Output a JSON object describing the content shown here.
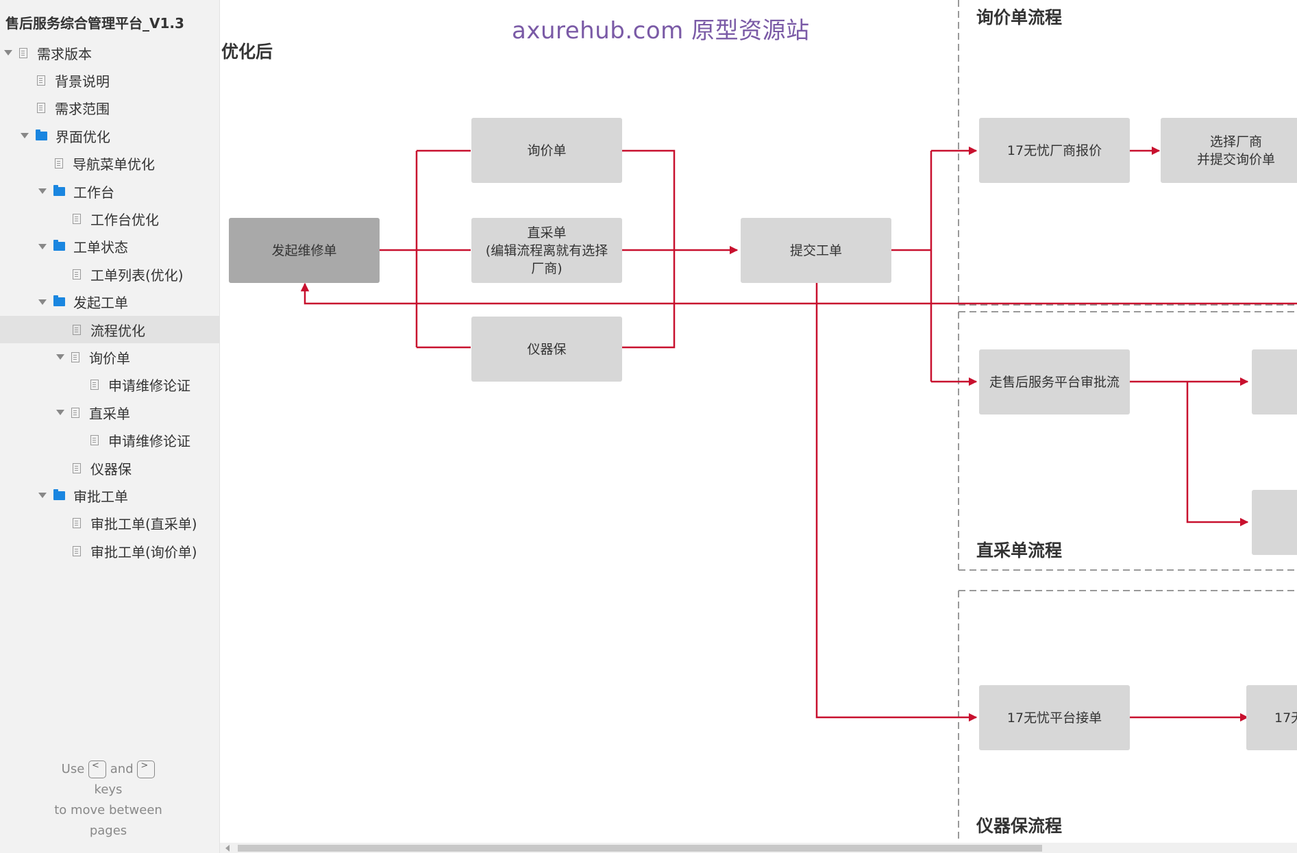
{
  "sidebar": {
    "title": "售后服务综合管理平台_V1.3",
    "items": [
      {
        "label": "需求版本",
        "icon": "page-icon",
        "expanded": true
      },
      {
        "label": "背景说明",
        "icon": "page-icon"
      },
      {
        "label": "需求范围",
        "icon": "page-icon"
      },
      {
        "label": "界面优化",
        "icon": "folder-icon",
        "expanded": true
      },
      {
        "label": "导航菜单优化",
        "icon": "page-icon"
      },
      {
        "label": "工作台",
        "icon": "folder-icon",
        "expanded": true
      },
      {
        "label": "工作台优化",
        "icon": "page-icon"
      },
      {
        "label": "工单状态",
        "icon": "folder-icon",
        "expanded": true
      },
      {
        "label": "工单列表(优化)",
        "icon": "page-icon"
      },
      {
        "label": "发起工单",
        "icon": "folder-icon",
        "expanded": true
      },
      {
        "label": "流程优化",
        "icon": "page-icon",
        "selected": true
      },
      {
        "label": "询价单",
        "icon": "page-icon",
        "expanded": true
      },
      {
        "label": "申请维修论证",
        "icon": "page-icon"
      },
      {
        "label": "直采单",
        "icon": "page-icon",
        "expanded": true
      },
      {
        "label": "申请维修论证",
        "icon": "page-icon"
      },
      {
        "label": "仪器保",
        "icon": "page-icon"
      },
      {
        "label": "审批工单",
        "icon": "folder-icon",
        "expanded": true
      },
      {
        "label": "审批工单(直采单)",
        "icon": "page-icon"
      },
      {
        "label": "审批工单(询价单)",
        "icon": "page-icon"
      }
    ],
    "hint": {
      "use": "Use",
      "prev_key": "<",
      "and": "and",
      "next_key": ">",
      "keys": "keys",
      "move": "to move between",
      "pages": "pages"
    }
  },
  "canvas": {
    "watermark": "axurehub.com 原型资源站",
    "headings": {
      "after": "优化后",
      "inquiry_flow": "询价单流程",
      "direct_flow": "直采单流程",
      "instrument_flow": "仪器保流程"
    },
    "boxes": {
      "start": "发起维修单",
      "inquiry": "询价单",
      "direct": "直采单\n(编辑流程离就有选择\n厂商)",
      "instrument": "仪器保",
      "submit": "提交工单",
      "quote": "17无忧厂商报价",
      "select_vendor": "选择厂商\n并提交询价单",
      "approval": "走售后服务平台审批流",
      "platform_accept": "17无忧平台接单",
      "partial_17": "17无"
    },
    "colors": {
      "line": "#c8102e",
      "box": "#d7d7d7",
      "box_dark": "#a9a9a9",
      "dashed": "#999999",
      "watermark": "#7a5aa6"
    }
  }
}
